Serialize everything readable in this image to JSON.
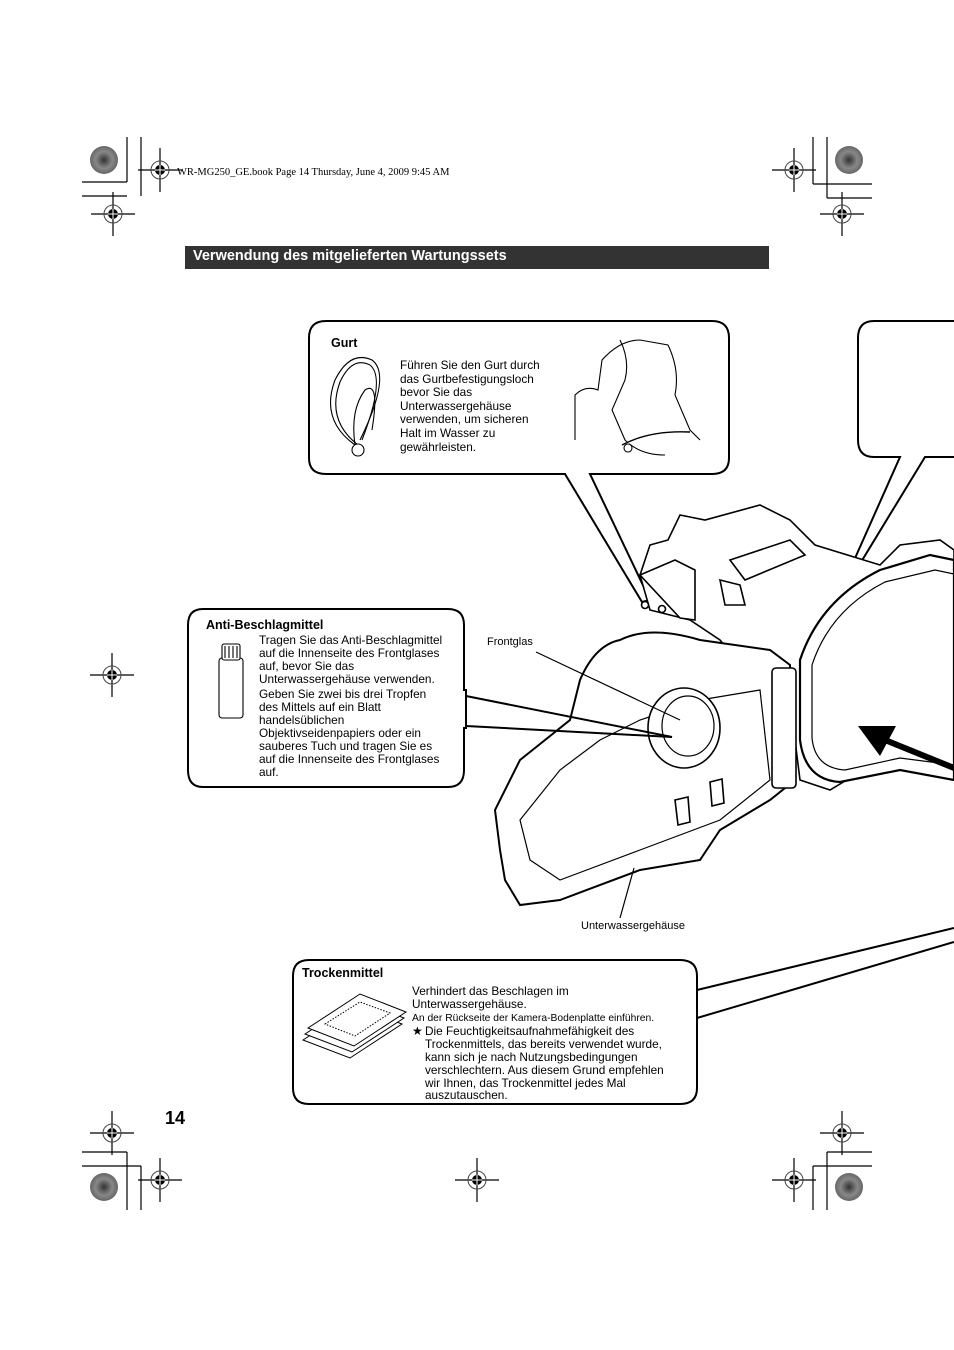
{
  "header": {
    "slug": "WR-MG250_GE.book  Page 14  Thursday, June 4, 2009  9:45 AM",
    "section_title": "Verwendung des mitgelieferten Wartungssets"
  },
  "callouts": {
    "gurt": {
      "title": "Gurt",
      "lines": [
        "Führen Sie den Gurt durch",
        "das Gurtbefestigungsloch",
        "bevor Sie das",
        "Unterwassergehäuse",
        "verwenden, um sicheren",
        "Halt im Wasser zu",
        "gewährleisten."
      ]
    },
    "anti_beschlag": {
      "title": "Anti-Beschlagmittel",
      "lines": [
        "Tragen Sie das Anti-Beschlagmittel",
        "auf die Innenseite des Frontglases",
        "auf, bevor Sie das",
        "Unterwassergehäuse verwenden.",
        "Geben Sie zwei bis drei Tropfen",
        "des Mittels auf ein Blatt",
        "handelsüblichen",
        "Objektivseidenpapiers oder ein",
        "sauberes Tuch und tragen Sie es",
        "auf die Innenseite des Frontglases",
        "auf."
      ]
    },
    "trockenmittel": {
      "title": "Trockenmittel",
      "line1": "Verhindert das Beschlagen im",
      "line2": "Unterwassergehäuse.",
      "small_note": "An der Rückseite der Kamera-Bodenplatte einführen.",
      "star": "★",
      "note_lines": [
        "Die Feuchtigkeitsaufnahmefähigkeit des",
        "Trockenmittels, das bereits verwendet wurde,",
        "kann sich je nach Nutzungsbedingungen",
        "verschlechtern. Aus diesem Grund empfehlen",
        "wir Ihnen, das Trockenmittel jedes Mal",
        "auszutauschen."
      ]
    }
  },
  "diagram_labels": {
    "frontglas": "Frontglas",
    "unterwassergehaeuse": "Unterwassergehäuse"
  },
  "footer": {
    "page_number": "14"
  },
  "icons": {
    "registration_marks": "crosshair-registration-mark",
    "color_targets": "starburst-target"
  }
}
